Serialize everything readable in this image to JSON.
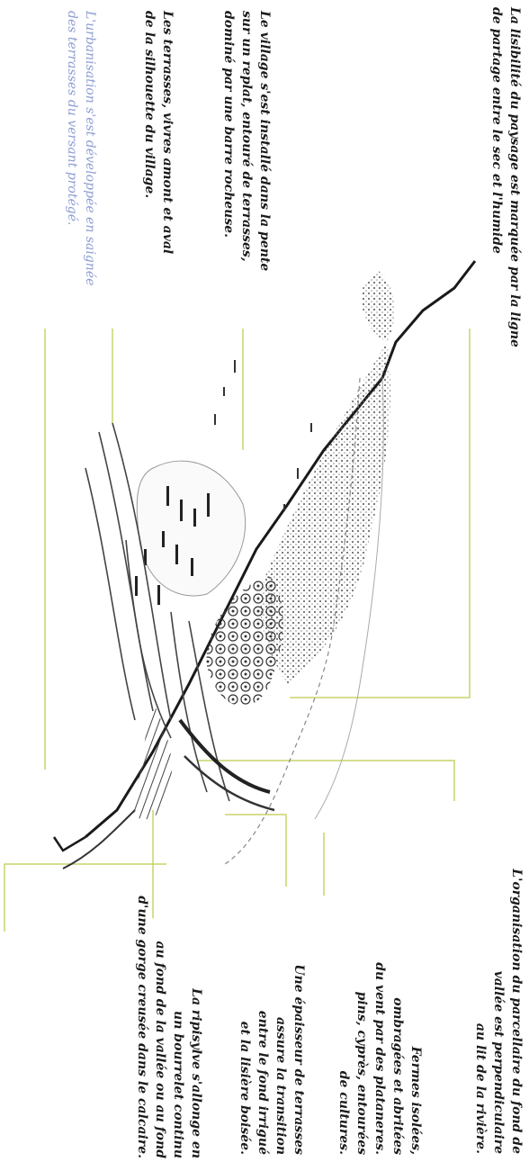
{
  "annotations": {
    "aridity_line": "La lisibilité du paysage est marquée par la ligne\nde partage entre le sec et l'humide",
    "village_slope": "Le village s'est installé dans la pente\nsur un replat, entouré de terrasses,\ndominé par une barre rocheuse.",
    "terraces_silhouette": "Les terrasses, vivres amont et aval\nde la silhouette du village.",
    "faded_note": "L'urbanisation s'est développée en saignée\ndes terrasses du versant protégé.",
    "valley_parcels": "L'organisation du parcellaire du fond de\nvallée est perpendiculaire\nau lit de la rivière.",
    "isolated_farms": "Fermes isolées,\nombragées et abritées\ndu vent par des plataneres.\npins, cyprès, entourées\nde cultures.",
    "terrace_thickness": "Une épaisseur de terrasses\nassure la transition\nentre le fond irrigué\net la lisière boisée.",
    "riparian": "La ripisylve s'allonge en\nun bourrelet continu\nau fond de la vallée ou au fond\nd'une gorge creusée dans le calcaire."
  },
  "colors": {
    "leader_line": "#c9d46a",
    "ink": "#1a1a1a",
    "faded_text": "#6f84c9"
  }
}
